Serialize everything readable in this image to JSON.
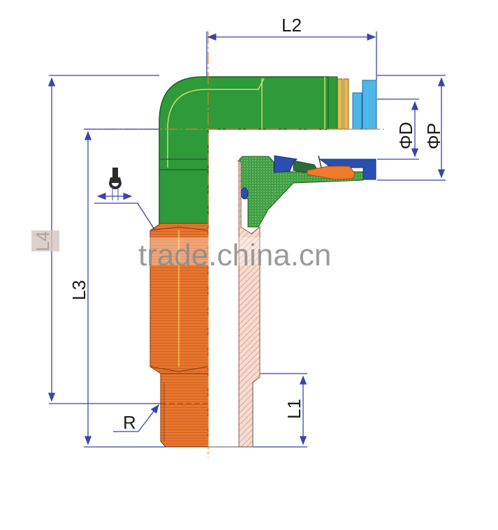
{
  "diagram": {
    "subject": "Push-in male elbow fitting cross-section",
    "dimensions": {
      "L1": "L1",
      "L2": "L2",
      "L3": "L3",
      "L4": "L4",
      "D": "ΦD",
      "P": "ΦP",
      "R": "R"
    },
    "watermark": "trade.china.cn",
    "colors": {
      "body_green": "#2e9a3a",
      "thread_orange": "#e8762e",
      "release_ring_blue": "#4db8e8",
      "collet_dark_blue": "#2a4fb0",
      "dimension_line": "#3b44a8",
      "section_hatch": "#e7b9a4",
      "brass_ring": "#e8b84a"
    }
  }
}
